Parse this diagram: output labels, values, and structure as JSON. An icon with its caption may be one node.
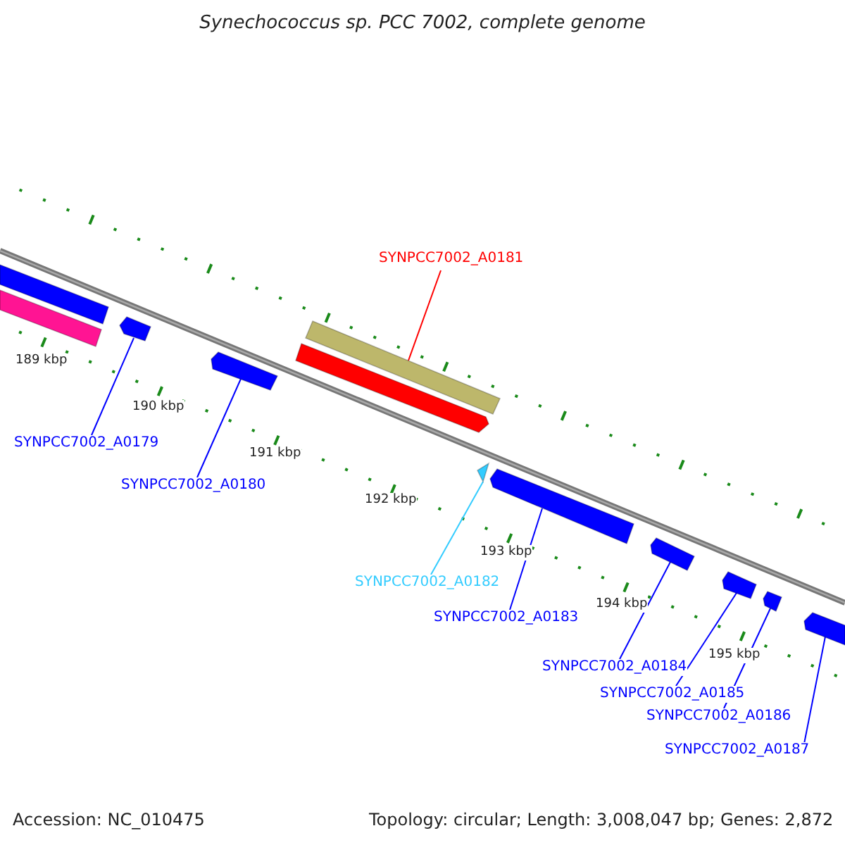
{
  "diagram": {
    "title": "Synechococcus sp. PCC 7002, complete genome",
    "nodes": [
      {
        "text": [
          "SYNPCC7002_A0181"
        ]
      },
      {
        "text": [
          "SYNPCC7002_A0179"
        ]
      },
      {
        "text": [
          "SYNPCC7002_A0180"
        ]
      },
      {
        "text": [
          "SYNPCC7002_A0182"
        ]
      },
      {
        "text": [
          "SYNPCC7002_A0183"
        ]
      },
      {
        "text": [
          "SYNPCC7002_A0184"
        ]
      },
      {
        "text": [
          "SYNPCC7002_A0185"
        ]
      },
      {
        "text": [
          "SYNPCC7002_A0186"
        ]
      },
      {
        "text": [
          "SYNPCC7002_A0187"
        ]
      },
      {
        "text": [],
        "shape": "bar"
      },
      {
        "text": [],
        "shape": "bar"
      },
      {
        "text": [],
        "shape": "bar"
      },
      {
        "text": [],
        "shape": "bar"
      },
      {
        "text": [],
        "shape": "bar"
      },
      {
        "text": [],
        "shape": "bar"
      },
      {
        "text": [],
        "shape": "triangle"
      },
      {
        "text": [],
        "shape": "bar"
      },
      {
        "text": [],
        "shape": "bar"
      },
      {
        "text": [],
        "shape": "bar"
      },
      {
        "text": [],
        "shape": "bar"
      },
      {
        "text": [],
        "shape": "bar"
      }
    ],
    "edges": [
      {
        "from": 0,
        "to": 14,
        "arrow": "none",
        "color": "#ff0000"
      },
      {
        "from": 1,
        "to": 11,
        "arrow": "none"
      },
      {
        "from": 2,
        "to": 12,
        "arrow": "none"
      },
      {
        "from": 3,
        "to": 15,
        "arrow": "none",
        "color": "#33ccff"
      },
      {
        "from": 4,
        "to": 16,
        "arrow": "none"
      },
      {
        "from": 5,
        "to": 17,
        "arrow": "none"
      },
      {
        "from": 6,
        "to": 18,
        "arrow": "none"
      },
      {
        "from": 7,
        "to": 19,
        "arrow": "none"
      },
      {
        "from": 8,
        "to": 20,
        "arrow": "none"
      }
    ],
    "labels": [
      "189 kbp",
      "190 kbp",
      "191 kbp",
      "192 kbp",
      "193 kbp",
      "194 kbp",
      "195 kbp",
      "Accession: NC_010475",
      "Topology: circular; Length: 3,008,047 bp; Genes: 2,872"
    ]
  }
}
